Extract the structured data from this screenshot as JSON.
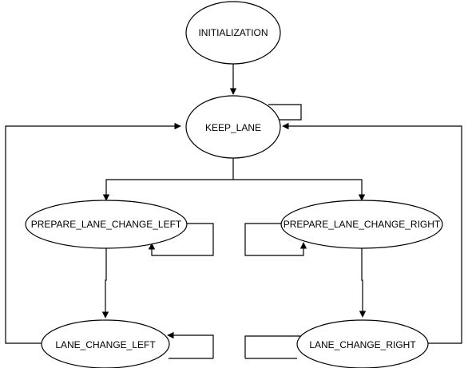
{
  "diagram": {
    "states": {
      "initialization": "INITIALIZATION",
      "keep_lane": "KEEP_LANE",
      "prepare_left": "PREPARE_LANE_CHANGE_LEFT",
      "prepare_right": "PREPARE_LANE_CHANGE_RIGHT",
      "change_left": "LANE_CHANGE_LEFT",
      "change_right": "LANE_CHANGE_RIGHT"
    },
    "transitions": [
      {
        "from": "INITIALIZATION",
        "to": "KEEP_LANE"
      },
      {
        "from": "KEEP_LANE",
        "to": "KEEP_LANE"
      },
      {
        "from": "KEEP_LANE",
        "to": "PREPARE_LANE_CHANGE_LEFT"
      },
      {
        "from": "KEEP_LANE",
        "to": "PREPARE_LANE_CHANGE_RIGHT"
      },
      {
        "from": "PREPARE_LANE_CHANGE_LEFT",
        "to": "PREPARE_LANE_CHANGE_LEFT"
      },
      {
        "from": "PREPARE_LANE_CHANGE_RIGHT",
        "to": "PREPARE_LANE_CHANGE_RIGHT"
      },
      {
        "from": "PREPARE_LANE_CHANGE_LEFT",
        "to": "LANE_CHANGE_LEFT"
      },
      {
        "from": "PREPARE_LANE_CHANGE_RIGHT",
        "to": "LANE_CHANGE_RIGHT"
      },
      {
        "from": "LANE_CHANGE_LEFT",
        "to": "LANE_CHANGE_LEFT"
      },
      {
        "from": "LANE_CHANGE_RIGHT",
        "to": "LANE_CHANGE_RIGHT"
      },
      {
        "from": "LANE_CHANGE_LEFT",
        "to": "KEEP_LANE"
      },
      {
        "from": "LANE_CHANGE_RIGHT",
        "to": "KEEP_LANE"
      }
    ]
  }
}
